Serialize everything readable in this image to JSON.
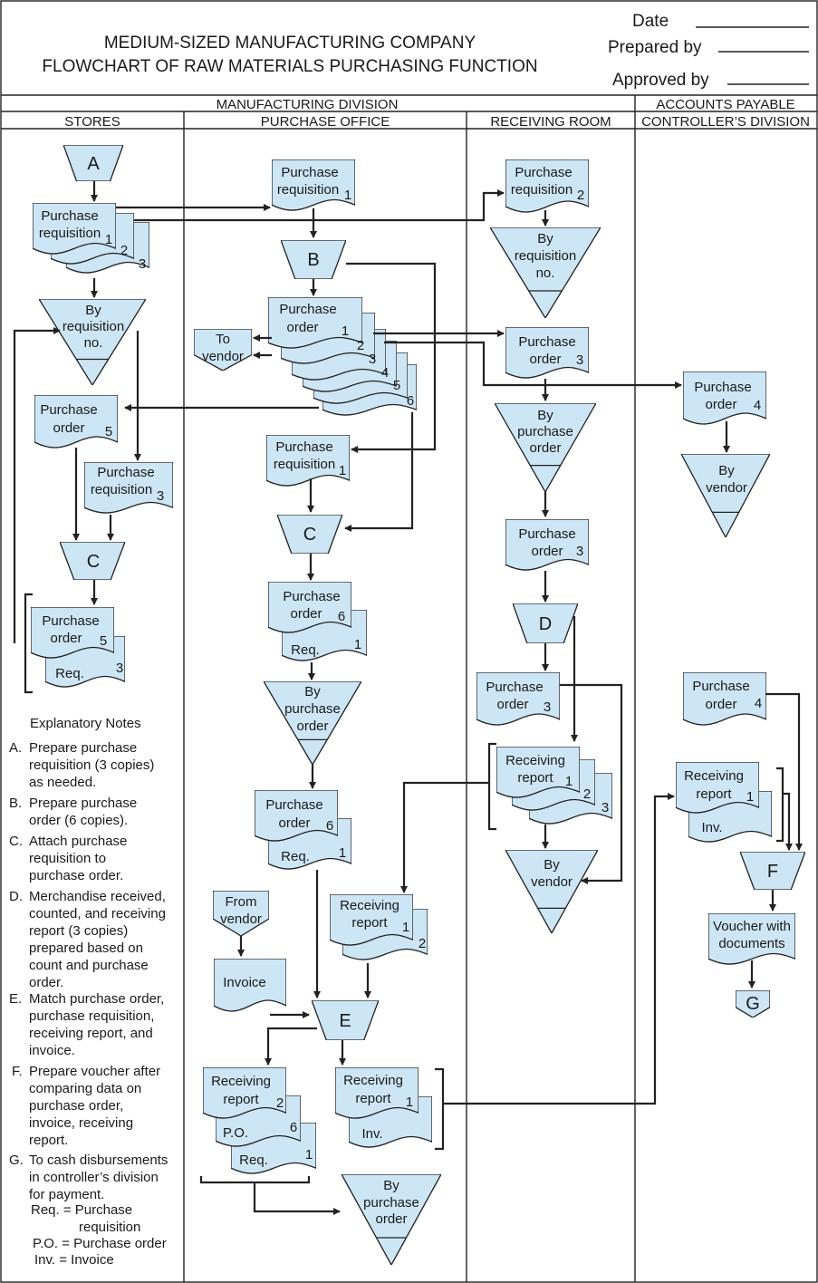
{
  "header": {
    "title1": "MEDIUM-SIZED MANUFACTURING COMPANY",
    "title2": "FLOWCHART OF RAW MATERIALS PURCHASING FUNCTION",
    "date": "Date",
    "prepared": "Prepared by",
    "approved": "Approved by"
  },
  "divisions": {
    "manufacturing": "MANUFACTURING DIVISION",
    "accounts": "ACCOUNTS PAYABLE"
  },
  "columns": {
    "stores": "STORES",
    "purchase": "PURCHASE OFFICE",
    "receiving": "RECEIVING ROOM",
    "controller": "CONTROLLER’S DIVISION"
  },
  "steps": {
    "a": "A",
    "b": "B",
    "c": "C",
    "d": "D",
    "e": "E",
    "f": "F",
    "g": "G"
  },
  "docs": {
    "purchase": "Purchase",
    "requisition": "requisition",
    "order": "order",
    "receiving": "Receiving",
    "report": "report",
    "req": "Req.",
    "po": "P.O.",
    "inv": "Inv.",
    "invoice": "Invoice",
    "voucher_with": "Voucher with",
    "documents": "documents",
    "to": "To",
    "vendor": "vendor",
    "from": "From"
  },
  "files": {
    "by": "By",
    "requisition": "requisition",
    "no": "no.",
    "purchase": "purchase",
    "order": "order",
    "vendor": "vendor"
  },
  "nums": {
    "n1": "1",
    "n2": "2",
    "n3": "3",
    "n4": "4",
    "n5": "5",
    "n6": "6"
  },
  "notes": {
    "title": "Explanatory Notes",
    "a": {
      "letter": "A.",
      "l1": "Prepare purchase",
      "l2": "requisition (3 copies)",
      "l3": "as needed."
    },
    "b": {
      "letter": "B.",
      "l1": "Prepare purchase",
      "l2": "order (6 copies)."
    },
    "c": {
      "letter": "C.",
      "l1": "Attach purchase",
      "l2": "requisition to",
      "l3": "purchase order."
    },
    "d": {
      "letter": "D.",
      "l1": "Merchandise received,",
      "l2": "counted, and receiving",
      "l3": "report (3 copies)",
      "l4": "prepared based on",
      "l5": "count and purchase",
      "l6": "order."
    },
    "e": {
      "letter": "E.",
      "l1": "Match purchase order,",
      "l2": "purchase requisition,",
      "l3": "receiving report, and",
      "l4": "invoice."
    },
    "f": {
      "letter": "F.",
      "l1": "Prepare voucher after",
      "l2": "comparing data on",
      "l3": "purchase order,",
      "l4": "invoice, receiving",
      "l5": "report."
    },
    "g": {
      "letter": "G.",
      "l1": "To cash disbursements",
      "l2": "in controller’s division",
      "l3": "for payment."
    },
    "abbr": {
      "req": "Req. = Purchase",
      "req2": "requisition",
      "po": "P.O. = Purchase order",
      "inv": "Inv. = Invoice"
    }
  }
}
